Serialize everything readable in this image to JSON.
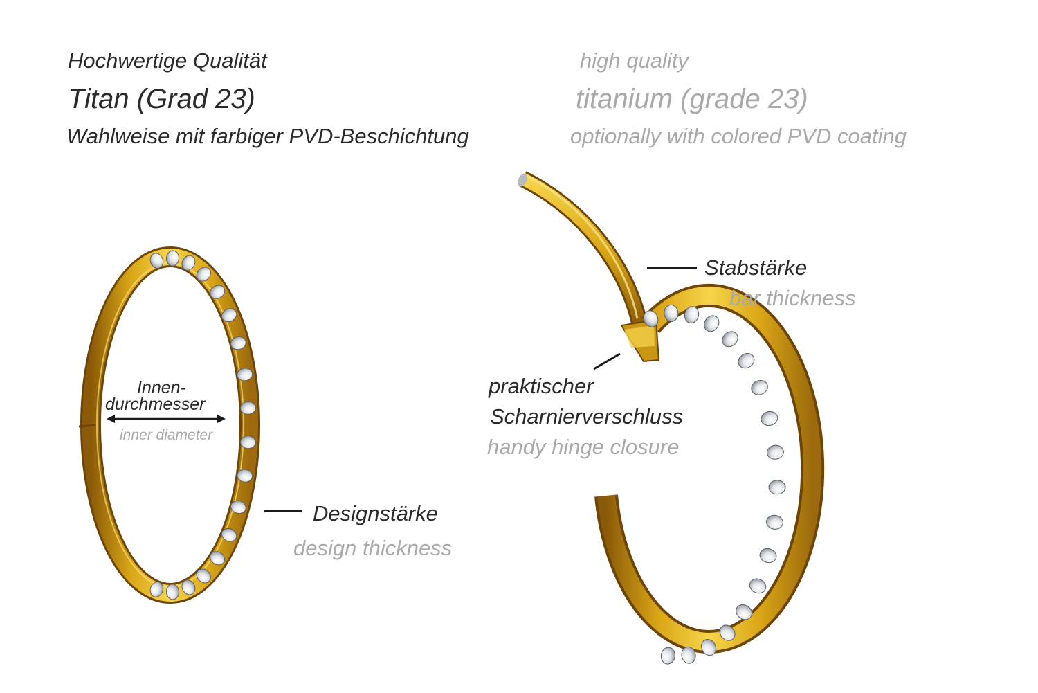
{
  "header": {
    "de": {
      "quality": "Hochwertige Qualität",
      "material": "Titan (Grad 23)",
      "coating": "Wahlweise mit farbiger PVD-Beschichtung"
    },
    "en": {
      "quality": "high quality",
      "material": "titanium (grade 23)",
      "coating": "optionally with colored PVD coating"
    }
  },
  "left_ring": {
    "inner_diameter_de": "Innen-",
    "inner_diameter_de_2": "durchmesser",
    "inner_diameter_en": "inner diameter",
    "design_thickness_de": "Designstärke",
    "design_thickness_en": "design thickness"
  },
  "right_ring": {
    "bar_thickness_de": "Stabstärke",
    "bar_thickness_en": "bar thickness",
    "hinge_de_1": "praktischer",
    "hinge_de_2": "Scharnierverschluss",
    "hinge_en": "handy hinge closure"
  },
  "colors": {
    "gold_light": "#f7d54a",
    "gold_mid": "#d9a516",
    "gold_dark": "#8a5a08",
    "stone": "#eef0f2",
    "german_text": "#2a2a2a",
    "english_text": "#a9a9a9"
  }
}
